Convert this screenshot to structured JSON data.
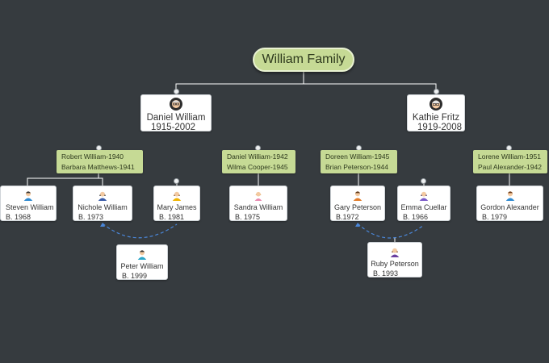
{
  "title": "William Family",
  "generation1": [
    {
      "name": "Daniel William",
      "years": "1915-2002",
      "icon": "grandpa-avatar-icon"
    },
    {
      "name": "Kathie Fritz",
      "years": "1919-2008",
      "icon": "grandma-avatar-icon"
    }
  ],
  "couples": [
    {
      "line1": "Robert William-1940",
      "line2": "Barbara Matthews-1941"
    },
    {
      "line1": "Daniel William-1942",
      "line2": "Wilma Cooper-1945"
    },
    {
      "line1": "Doreen William-1945",
      "line2": "Brian Peterson-1944"
    },
    {
      "line1": "Lorene William-1951",
      "line2": "Paul Alexander-1942"
    }
  ],
  "children": [
    {
      "name": "Steven William",
      "birth": "B. 1968",
      "icon": "man-avatar-icon"
    },
    {
      "name": "Nichole William",
      "birth": "B. 1973",
      "icon": "woman-avatar-icon"
    },
    {
      "name": "Mary James",
      "birth": "B. 1981",
      "icon": "woman-avatar-icon"
    },
    {
      "name": "Sandra William",
      "birth": "B. 1975",
      "icon": "girl-avatar-icon"
    },
    {
      "name": "Gary Peterson",
      "birth": "B.1972",
      "icon": "man-avatar-icon"
    },
    {
      "name": "Emma Cuellar",
      "birth": "B. 1966",
      "icon": "woman-avatar-icon"
    },
    {
      "name": "Gordon Alexander",
      "birth": "B. 1979",
      "icon": "man-avatar-icon"
    }
  ],
  "grandchildren": [
    {
      "name": "Peter William",
      "birth": "B. 1999",
      "icon": "boy-avatar-icon"
    },
    {
      "name": "Ruby Peterson",
      "birth": "B. 1993",
      "icon": "girl-avatar-icon"
    }
  ],
  "colors": {
    "background": "#363b3f",
    "accent": "#c6da95",
    "card": "#ffffff",
    "link": "#ffffff",
    "relation": "#3f7fd6"
  }
}
